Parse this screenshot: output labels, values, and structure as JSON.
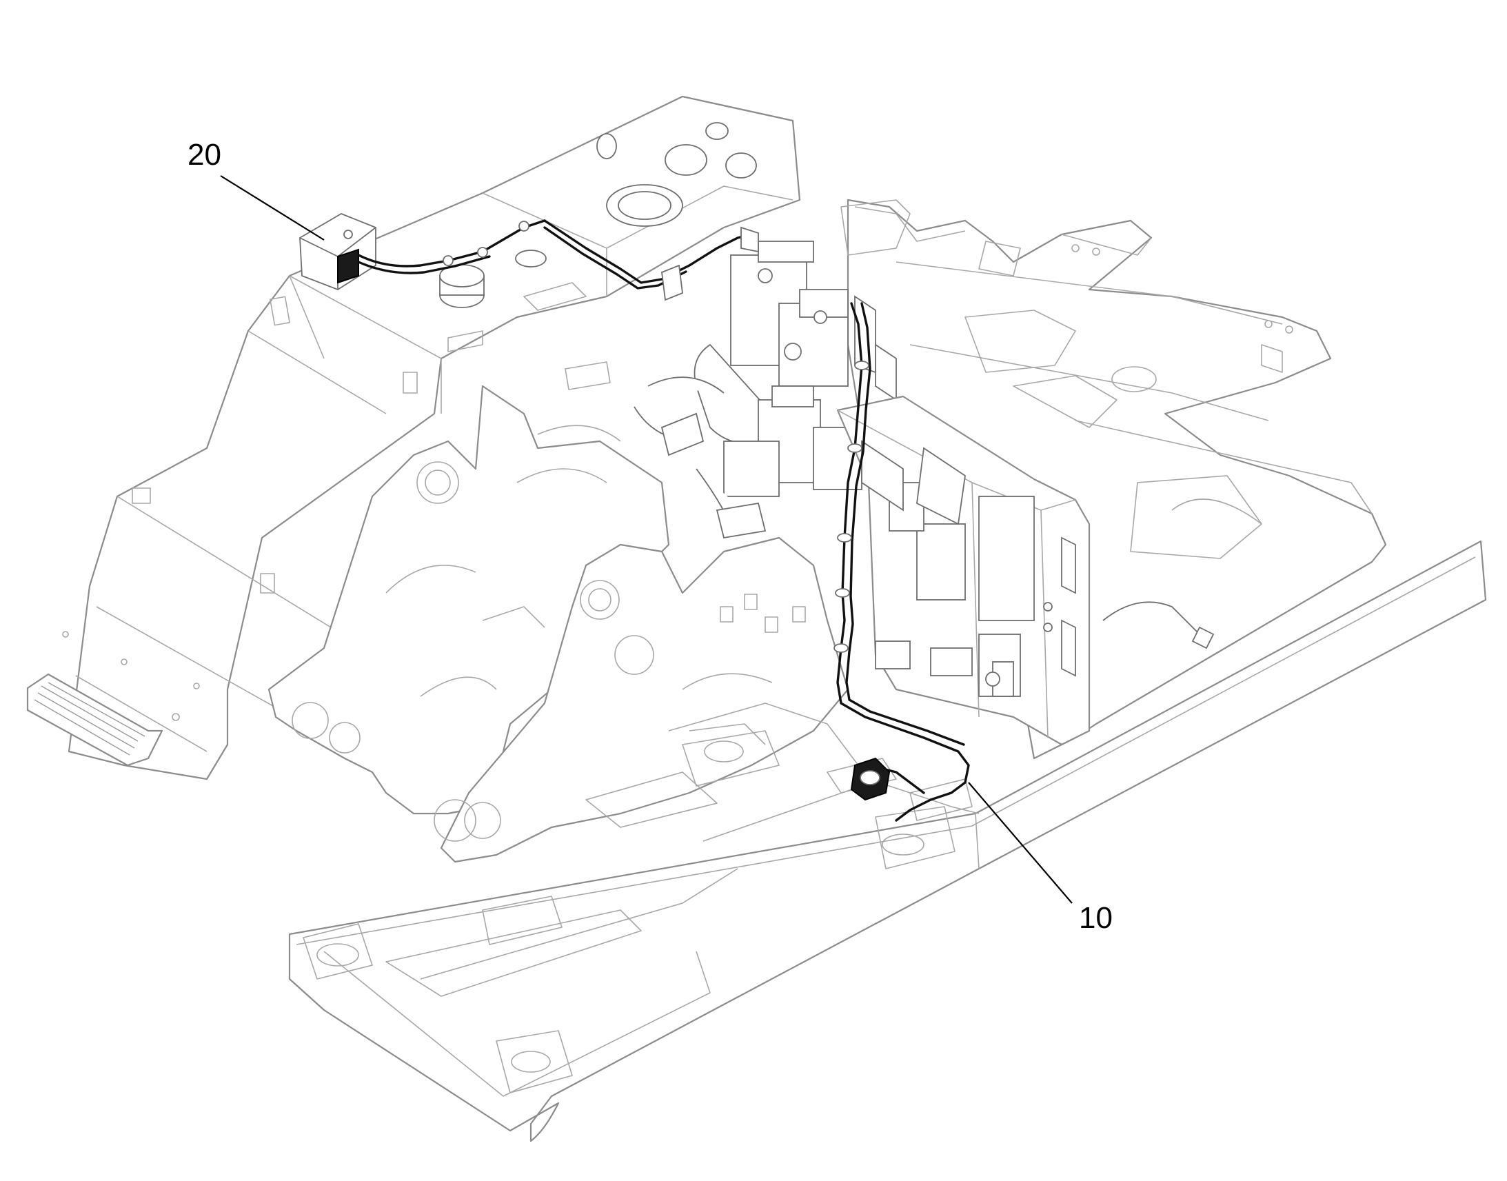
{
  "diagram": {
    "callouts": [
      {
        "id": "callout-20",
        "label": "20"
      },
      {
        "id": "callout-10",
        "label": "10"
      }
    ]
  }
}
